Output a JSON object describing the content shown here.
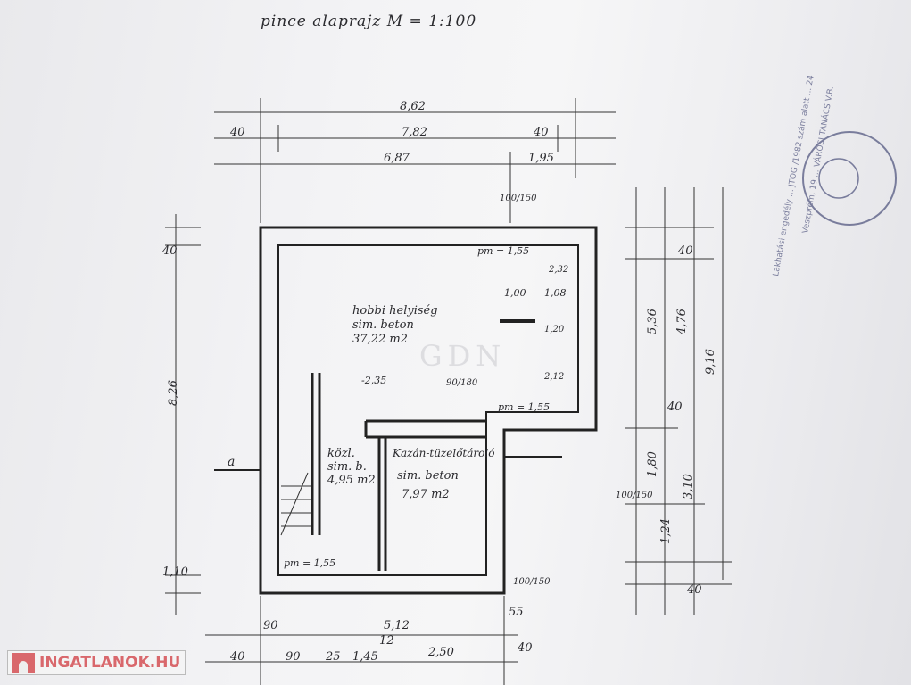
{
  "title": "pince alaprajz  M = 1:100",
  "watermark": "GDN",
  "logo": {
    "text": "INGATLANOK.HU"
  },
  "stamp": {
    "text": "Veszprém, 19 ... VÁROSI TANÁCS V.B.",
    "side_text": "Lakhatási engedély ... JTOG /1982  szám alatt  ... 24"
  },
  "rooms": [
    {
      "name": "hobbi helyiség",
      "floor": "sim. beton",
      "area": "37,22 m2"
    },
    {
      "name": "közl.",
      "floor": "sim. b.",
      "area": "4,95 m2"
    },
    {
      "name": "Kazán-tüzelőtároló",
      "floor": "sim. beton",
      "area": "7,97 m2"
    }
  ],
  "dimensions": {
    "top": [
      "8,62",
      "40",
      "7,82",
      "40",
      "6,87",
      "1,95",
      "100/150"
    ],
    "bottom": [
      "90",
      "5,12",
      "55",
      "40",
      "90",
      "25",
      "1,45",
      "12",
      "2,50",
      "40",
      "100/150"
    ],
    "left": [
      "40",
      "8,26",
      "1,10"
    ],
    "right": [
      "5,36",
      "4,76",
      "40",
      "9,16",
      "40",
      "1,80",
      "3,10",
      "1,24",
      "40",
      "100/150"
    ],
    "interior": [
      "pm = 1,55",
      "2,32",
      "1,00",
      "1,08",
      "1,20",
      "2,12",
      "-2,35",
      "90/180",
      "pm = 1,55",
      "pm = 1,55"
    ]
  },
  "section_marker": "a"
}
